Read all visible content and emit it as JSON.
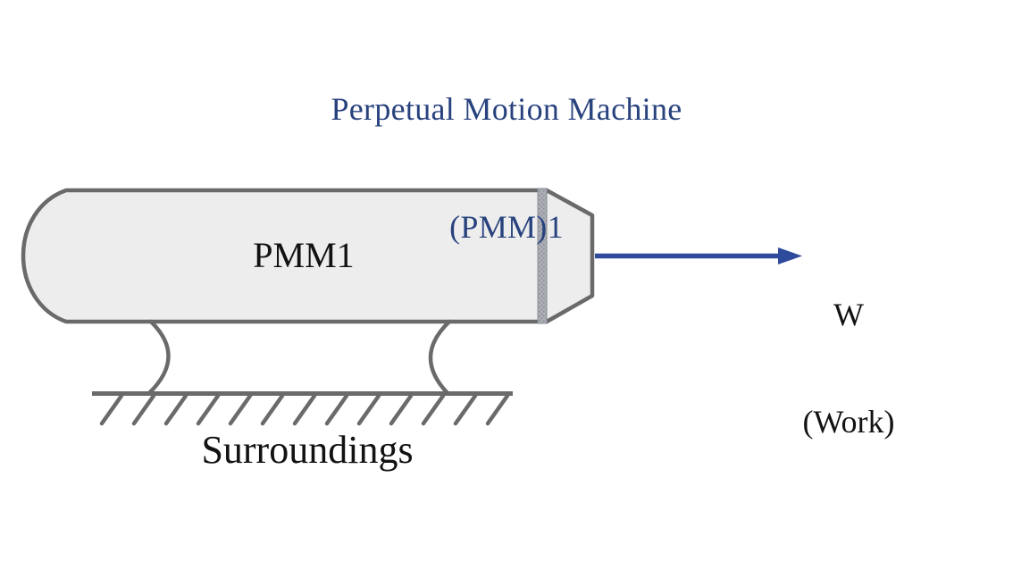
{
  "title": {
    "line1": "Perpetual Motion Machine",
    "line2": "(PMM)1"
  },
  "machine": {
    "label": "PMM1"
  },
  "work_output": {
    "symbol": "W",
    "caption": "(Work)"
  },
  "surroundings": {
    "label": "Surroundings"
  },
  "colors": {
    "title_text": "#28427E",
    "arrow_blue": "#2E4A9B",
    "outline_gray": "#6A6A6A",
    "machine_fill": "#EDEDED",
    "divider_fill": "#ACAEB6",
    "divider_dot": "#7D808A",
    "label_text": "#121212",
    "background": "#FFFFFF"
  }
}
